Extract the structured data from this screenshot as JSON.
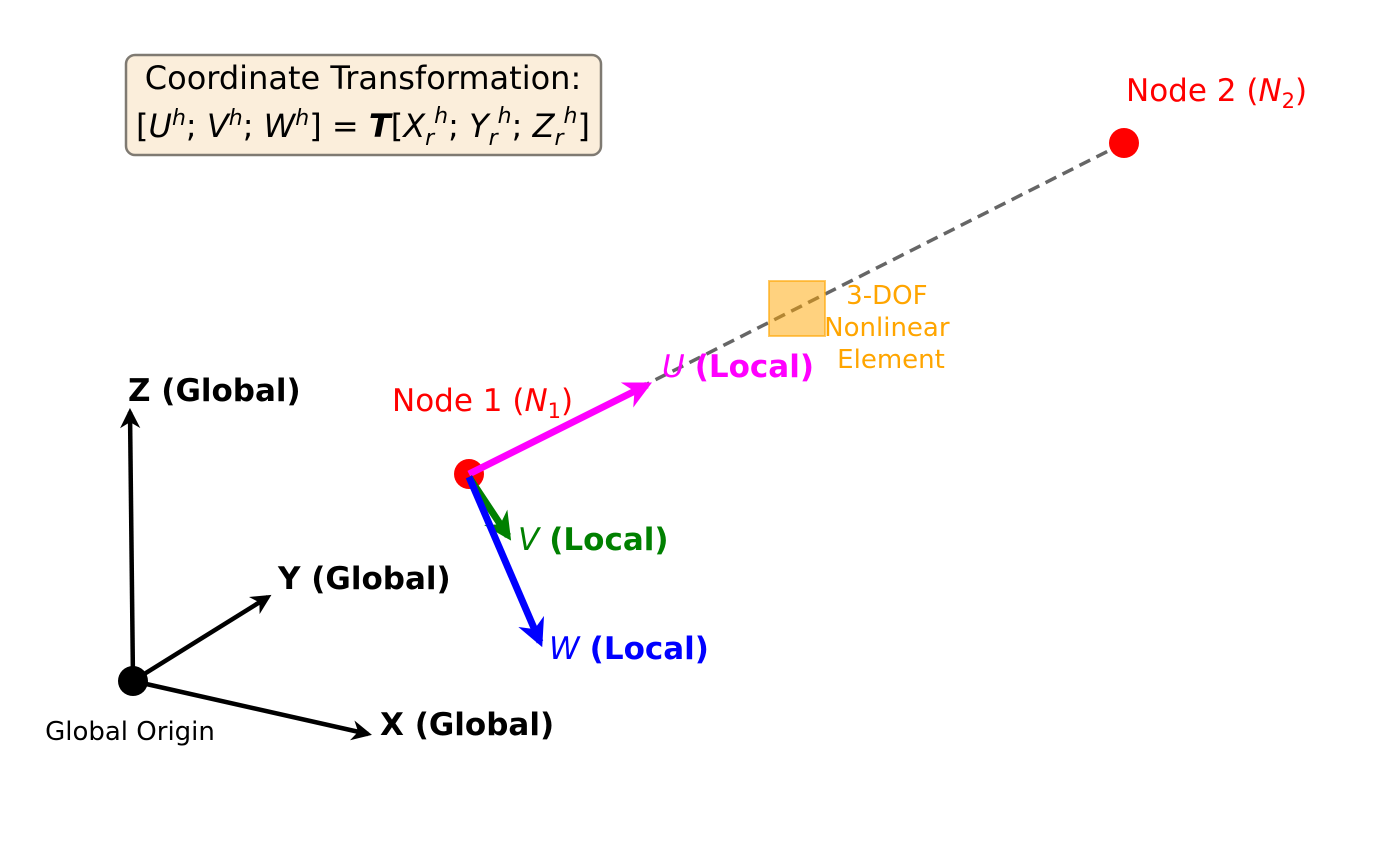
{
  "formula_box": {
    "title": "Coordinate Transformation:",
    "lhs": [
      "U",
      "h",
      "V",
      "h",
      "W",
      "h"
    ],
    "operator": "T",
    "rhs": [
      "X",
      "r",
      "h",
      "Y",
      "r",
      "h",
      "Z",
      "r",
      "h"
    ],
    "fill": "#fbeedb",
    "border": "#7f7a72"
  },
  "global_axes": {
    "origin_label": "Global Origin",
    "x_label": "X (Global)",
    "y_label": "Y (Global)",
    "z_label": "Z (Global)",
    "color": "#000000"
  },
  "nodes": {
    "node1": {
      "text": "Node 1 (",
      "symbol": "N",
      "subscript": "1",
      "close": ")"
    },
    "node2": {
      "text": "Node 2 (",
      "symbol": "N",
      "subscript": "2",
      "close": ")"
    },
    "color": "#ff0000"
  },
  "local_axes": {
    "u": {
      "symbol": "U",
      "label": "(Local)",
      "color": "#ff00ff"
    },
    "v": {
      "symbol": "V",
      "label": "(Local)",
      "color": "#008000"
    },
    "w": {
      "symbol": "W",
      "label": "(Local)",
      "color": "#0000ff"
    }
  },
  "element": {
    "lines": [
      "3-DOF",
      "Nonlinear",
      "Element"
    ],
    "color": "#ffa500"
  },
  "element_line_color": "#666666"
}
